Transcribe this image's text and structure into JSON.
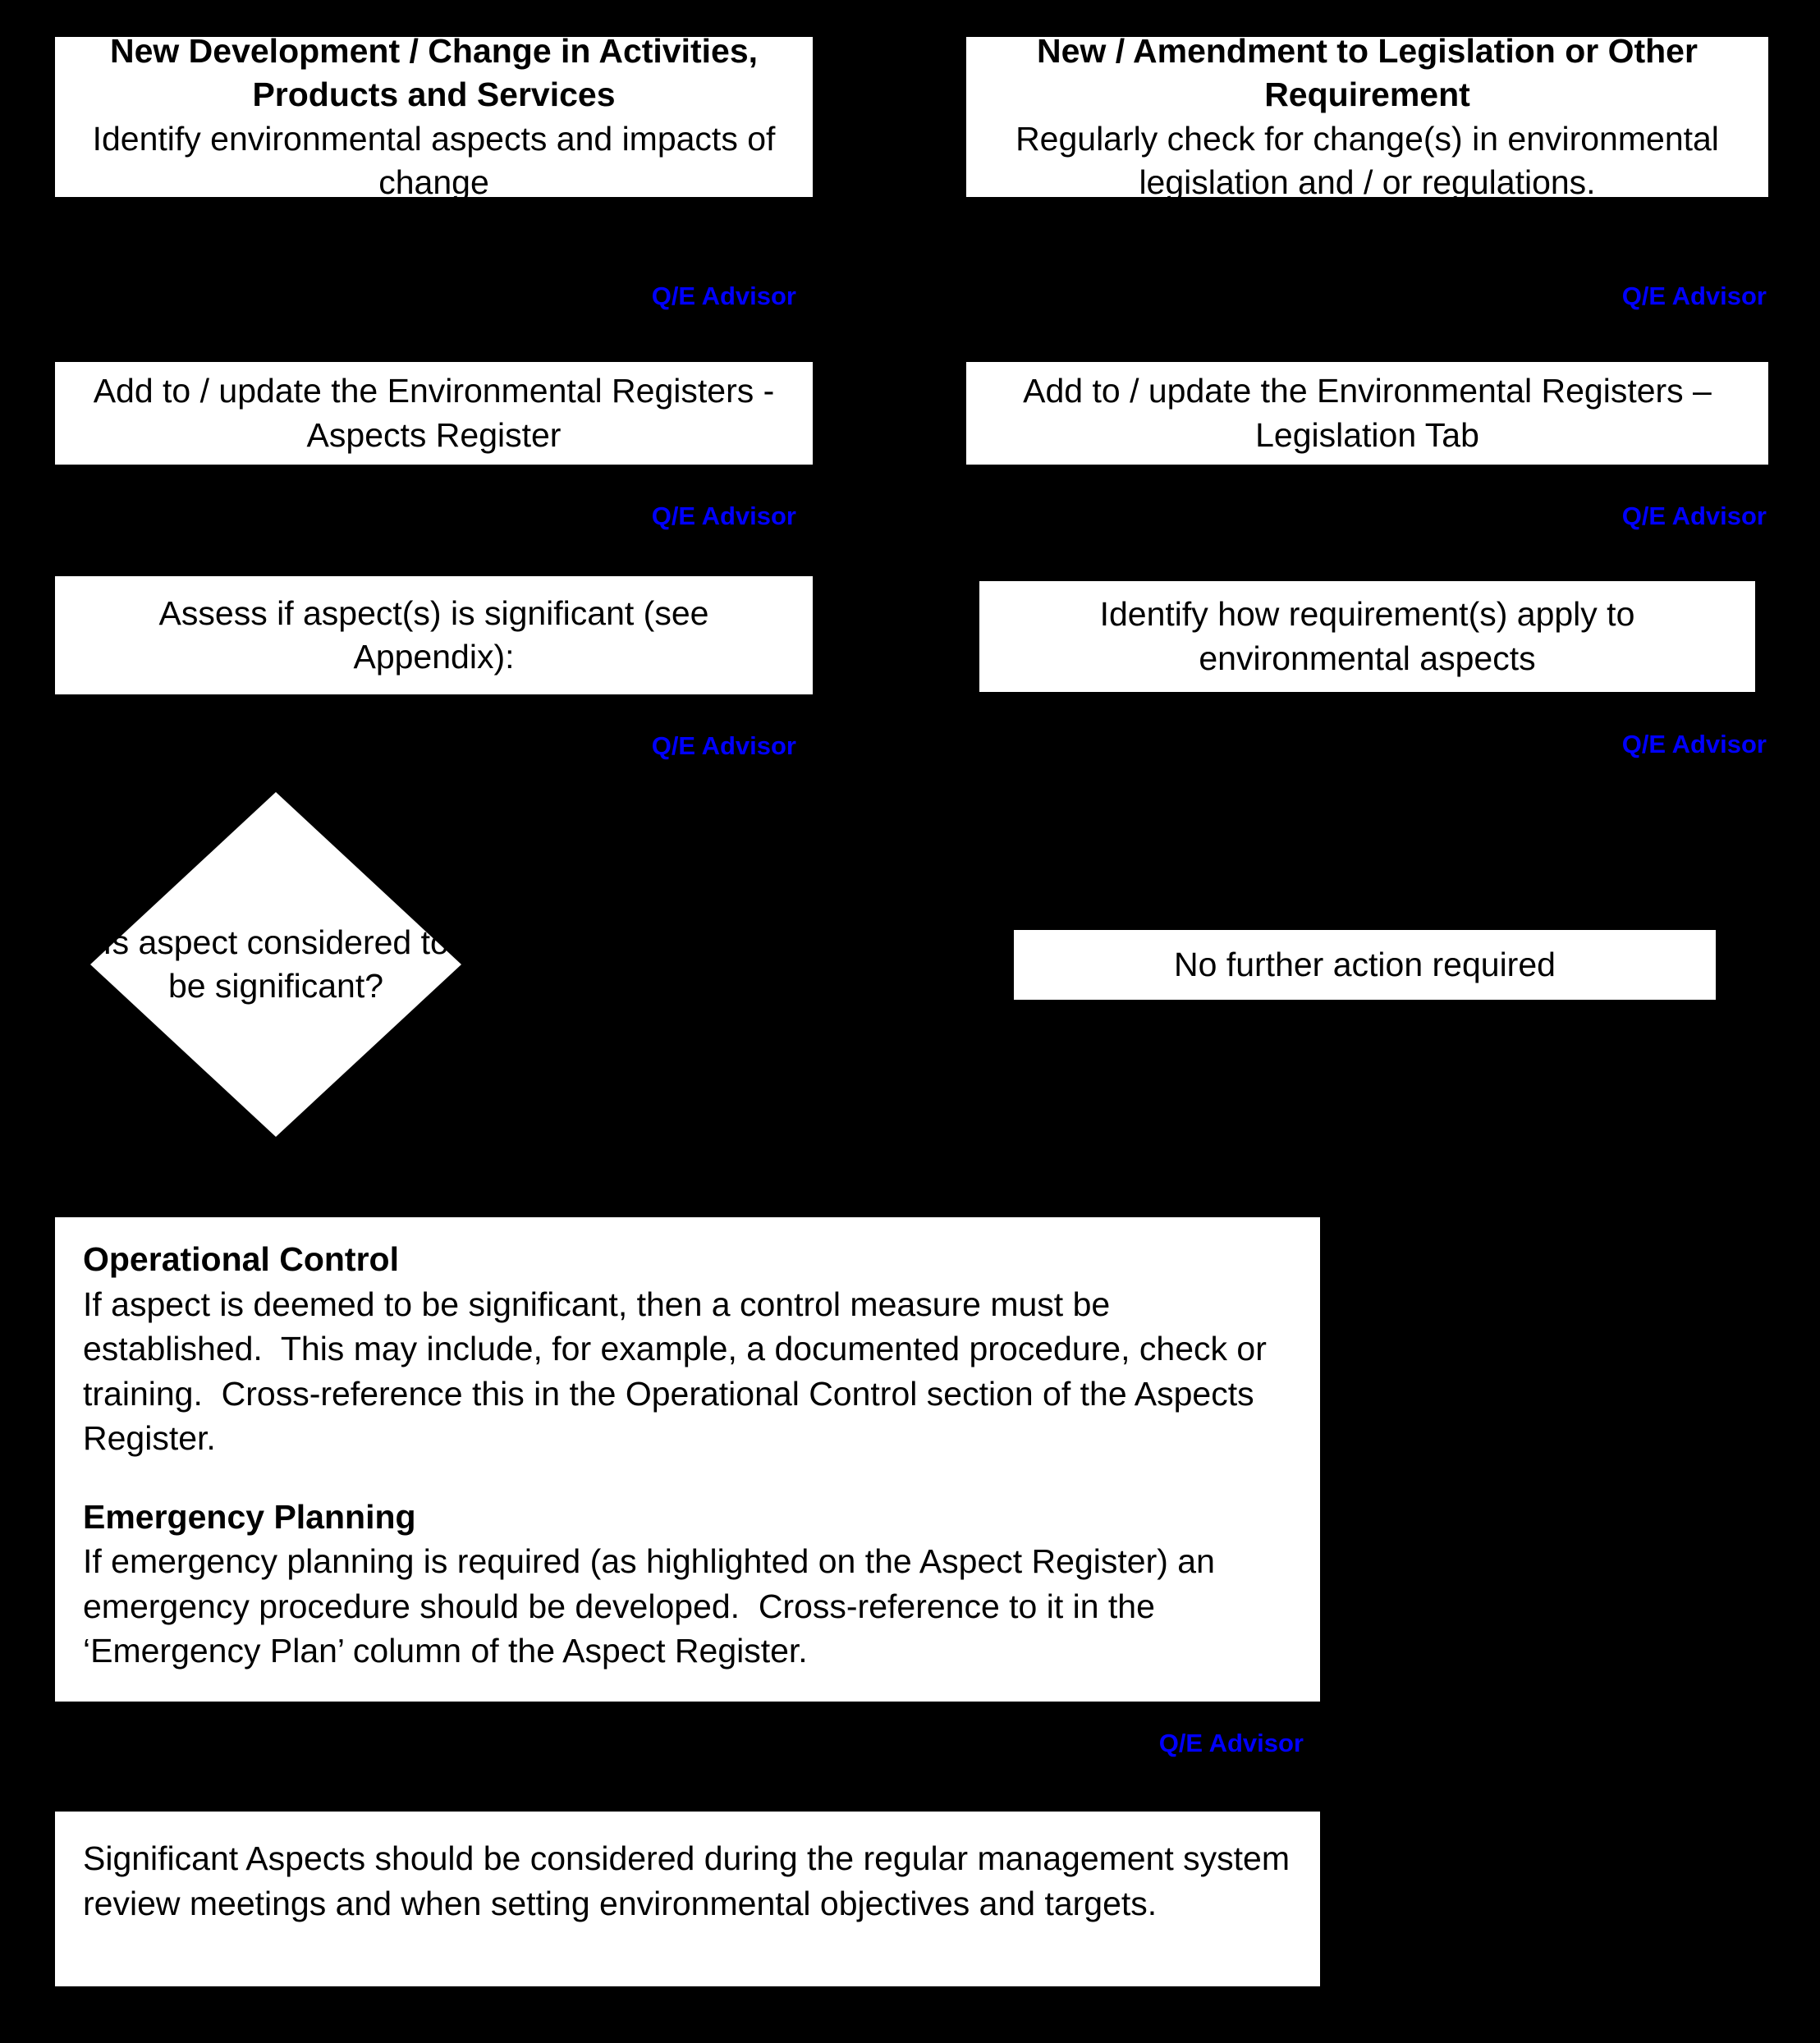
{
  "palette": {
    "background": "#000000",
    "box_fill": "#ffffff",
    "text": "#000000",
    "role_accent": "#0000ff"
  },
  "roles": {
    "qe_advisor": "Q/E Advisor"
  },
  "nodes": {
    "new_development": {
      "title": "New Development / Change in Activities, Products and Services",
      "body": "Identify environmental aspects and impacts of change",
      "role": "Q/E Advisor"
    },
    "new_legislation": {
      "title": "New / Amendment to Legislation or Other Requirement",
      "body": "Regularly check for change(s) in environmental legislation and / or regulations.",
      "role": "Q/E Advisor"
    },
    "update_aspects_register": {
      "body": "Add to / update the Environmental Registers - Aspects Register",
      "role": "Q/E Advisor"
    },
    "update_legislation_tab": {
      "body": "Add to / update the Environmental Registers – Legislation Tab",
      "role": "Q/E Advisor"
    },
    "assess_significance": {
      "body": "Assess if aspect(s) is significant (see Appendix):",
      "role": "Q/E Advisor"
    },
    "identify_requirements": {
      "body": "Identify how requirement(s) apply to environmental aspects",
      "role": "Q/E Advisor"
    },
    "decision_significant": {
      "body": "Is aspect considered to be significant?"
    },
    "no_further_action": {
      "body": "No further action required"
    },
    "operational_control": {
      "heading_1": "Operational Control",
      "body_1": "If aspect is deemed to be significant, then a control measure must be established.  This may include, for example, a documented procedure, check or training.  Cross-reference this in the Operational Control section of the Aspects Register.",
      "heading_2": "Emergency Planning",
      "body_2": "If emergency planning is required (as highlighted on the Aspect Register) an emergency procedure should be developed.  Cross-reference to it in the ‘Emergency Plan’ column of the Aspect Register.",
      "role": "Q/E Advisor"
    },
    "management_review": {
      "body": "Significant Aspects should be considered during the regular management system review meetings and when setting environmental objectives and targets."
    }
  }
}
